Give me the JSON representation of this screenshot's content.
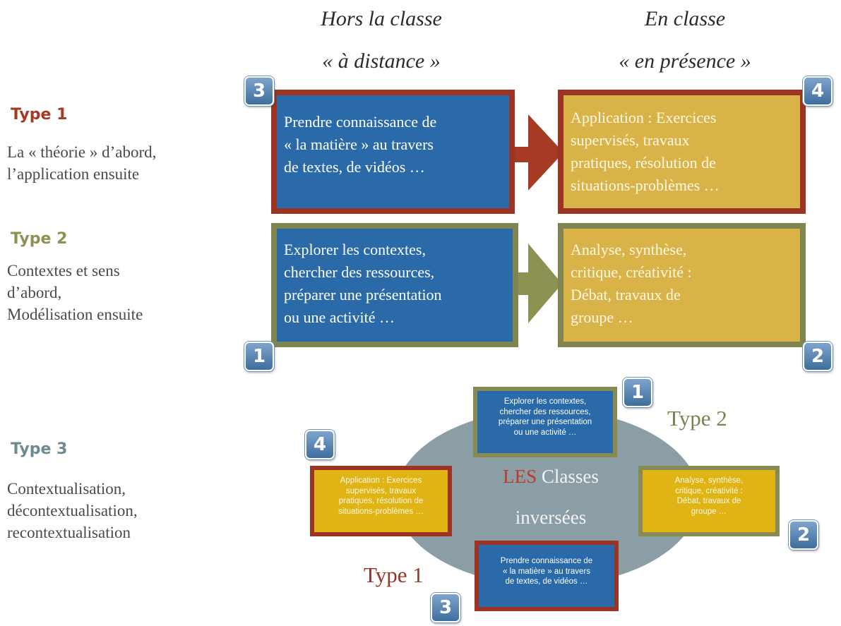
{
  "header": {
    "left_title": "Hors la classe",
    "left_subtitle": "« à distance »",
    "right_title": "En classe",
    "right_subtitle": "« en présence »"
  },
  "types": [
    {
      "title": "Type 1",
      "description": "La « théorie » d’abord,\nl’application ensuite",
      "color": "#a33a26"
    },
    {
      "title": "Type 2",
      "description": "Contextes et sens\nd’abord,\nModélisation ensuite",
      "color": "#8e9152"
    },
    {
      "title": "Type 3",
      "description": "Contextualisation,\ndécontextualisation,\nrecontextualisation",
      "color": "#6e8a91"
    }
  ],
  "boxes": {
    "type1_distance": "Prendre connaissance de\n« la matière » au travers\nde textes, de vidéos …",
    "type1_presence": "Application : Exercices\nsupervisés, travaux\npratiques, résolution de\nsituations-problèmes …",
    "type2_distance": "Explorer les contextes,\nchercher des ressources,\npréparer une présentation\nou une activité …",
    "type2_presence": "Analyse, synthèse,\ncritique, créativité :\nDébat, travaux de\ngroupe …"
  },
  "badges": {
    "b1": "1",
    "b2": "2",
    "b3": "3",
    "b4": "4"
  },
  "cycle": {
    "center_les": "LES",
    "center_classes": "Classes",
    "center_inversees": "inversées",
    "label_type2": "Type 2",
    "label_type1": "Type 1",
    "top_box": "Explorer les contextes,\nchercher des ressources,\npréparer une présentation\nou une activité …",
    "right_box": "Analyse, synthèse,\ncritique, créativité :\nDébat, travaux de\ngroupe …",
    "bottom_box": "Prendre connaissance de\n« la matière » au travers\nde textes, de vidéos …",
    "left_box": "Application : Exercices\nsupervisés, travaux\npratiques, résolution de\nsituations-problèmes …"
  },
  "colors": {
    "blue": "#2b6aa8",
    "yellow": "#d9b348",
    "red_border": "#9c3424",
    "olive_border": "#7f8451",
    "ellipse": "#8c9ea5"
  }
}
